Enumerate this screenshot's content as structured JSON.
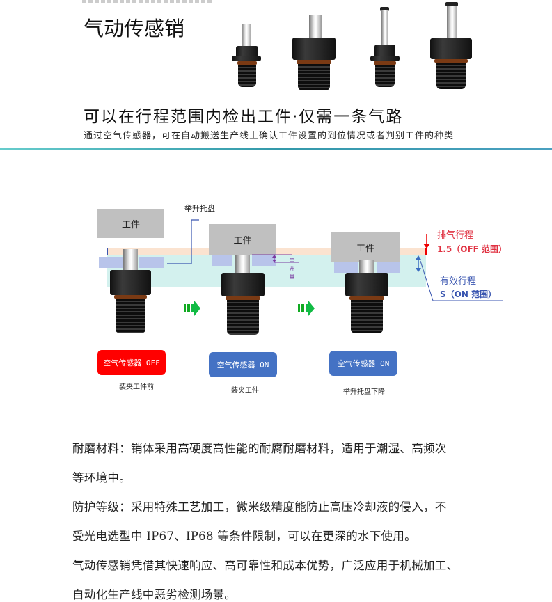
{
  "header": {
    "title": "气动传感销",
    "subtitle": "可以在行程范围内检出工件·仅需一条气路",
    "description": "通过空气传感器，可在自动搬送生产线上确认工件设置的到位情况或者判别工件的种类"
  },
  "diagram": {
    "workpiece_label": "工件",
    "lift_tray_label": "举升托盘",
    "lift_amount_label": "举升量",
    "exhaust_stroke": {
      "title": "排气行程",
      "value": "1.5（OFF 范围）"
    },
    "effective_stroke": {
      "title": "有效行程",
      "value": "S（ON 范围）"
    },
    "stages": [
      {
        "status": "空气传感器 OFF",
        "caption": "装夹工件前",
        "color": "#ff0000"
      },
      {
        "status": "空气传感器 ON",
        "caption": "装夹工件",
        "color": "#4472c4"
      },
      {
        "status": "空气传感器 ON",
        "caption": "举升托盘下降",
        "color": "#4472c4"
      }
    ]
  },
  "body": [
    "耐磨材料：销体采用高硬度高性能的耐腐耐磨材料，适用于潮湿、高频次",
    "等环境中。",
    "防护等级：采用特殊工艺加工，微米级精度能防止高压冷却液的侵入，不",
    "受光电选型中 IP67、IP68 等条件限制，可以在更深的水下使用。",
    "气动传感销凭借其快速响应、高可靠性和成本优势，广泛应用于机械加工、",
    "自动化生产线中恶劣检测场景。"
  ]
}
